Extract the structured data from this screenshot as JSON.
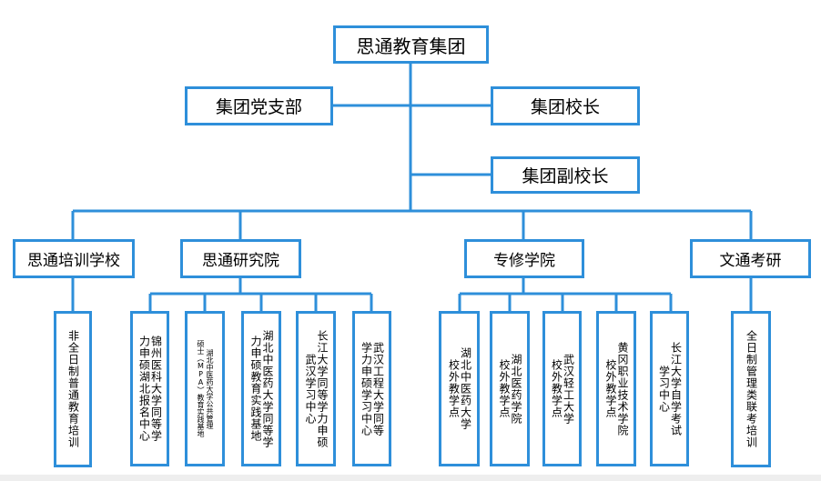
{
  "colors": {
    "line": "#2e8fda",
    "box_border": "#2e8fda",
    "text": "#000000"
  },
  "root": "思通教育集团",
  "party": "集团党支部",
  "president": "集团校长",
  "vice_president": "集团副校长",
  "divisions": [
    {
      "name": "思通培训学校",
      "children": [
        {
          "lines": [
            "非全日制普通教育培训"
          ]
        }
      ]
    },
    {
      "name": "思通研究院",
      "children": [
        {
          "lines": [
            "锦州医科大学同等学",
            "力申硕湖北报名中心"
          ]
        },
        {
          "lines": [
            "湖北中医药大学公共管理",
            "硕士（MPA）教育实践基地"
          ]
        },
        {
          "lines": [
            "湖北中医药大学同等学",
            "力申硕教育实践基地"
          ]
        },
        {
          "lines": [
            "长江大学同等学力申硕",
            "武汉学习中心"
          ]
        },
        {
          "lines": [
            "武汉工程大学同等",
            "学力申硕学习中心"
          ]
        }
      ]
    },
    {
      "name": "专修学院",
      "children": [
        {
          "lines": [
            "湖北中医药大学",
            "校外教学点"
          ]
        },
        {
          "lines": [
            "湖北医药学院",
            "校外教学点"
          ]
        },
        {
          "lines": [
            "武汉轻工大学",
            "校外教学点"
          ]
        },
        {
          "lines": [
            "黄冈职业技术学院",
            "校外教学点"
          ]
        },
        {
          "lines": [
            "长江大学自学考试",
            "学习中心"
          ]
        }
      ]
    },
    {
      "name": "文通考研",
      "children": [
        {
          "lines": [
            "全日制管理类联考培训"
          ]
        }
      ]
    }
  ]
}
